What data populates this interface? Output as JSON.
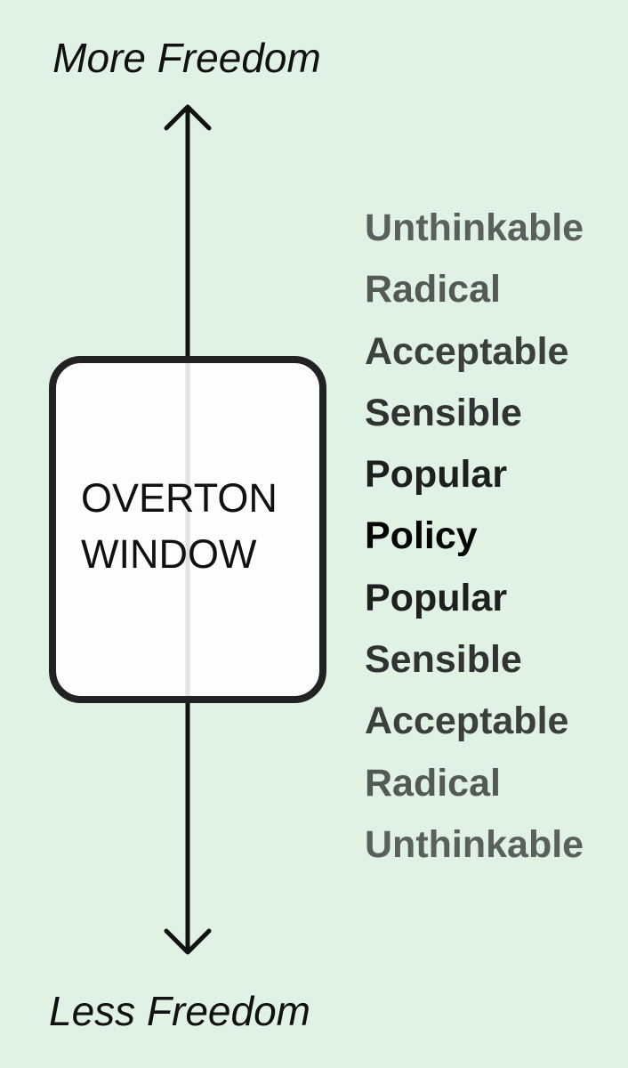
{
  "axis": {
    "top_label": "More Freedom",
    "bottom_label": "Less Freedom"
  },
  "window": {
    "line1": "OVERTON",
    "line2": "WINDOW"
  },
  "levels": [
    {
      "label": "Unthinkable",
      "color": "#5a605c"
    },
    {
      "label": "Radical",
      "color": "#535955"
    },
    {
      "label": "Acceptable",
      "color": "#3c403d"
    },
    {
      "label": "Sensible",
      "color": "#303331"
    },
    {
      "label": "Popular",
      "color": "#1e201f"
    },
    {
      "label": "Policy",
      "color": "#050505"
    },
    {
      "label": "Popular",
      "color": "#1e201f"
    },
    {
      "label": "Sensible",
      "color": "#303331"
    },
    {
      "label": "Acceptable",
      "color": "#3c403d"
    },
    {
      "label": "Radical",
      "color": "#535955"
    },
    {
      "label": "Unthinkable",
      "color": "#5a605c"
    }
  ],
  "colors": {
    "background": "#dff2e3",
    "arrow": "#111111",
    "window_border": "#222222"
  }
}
